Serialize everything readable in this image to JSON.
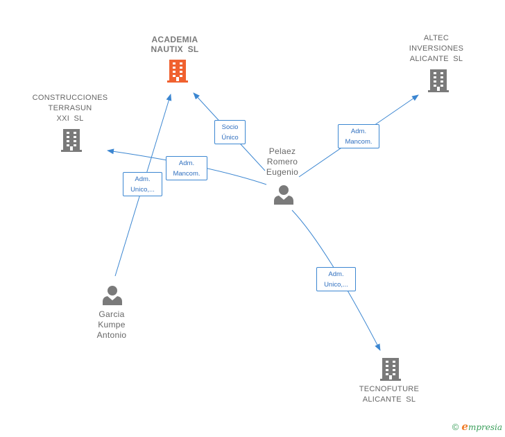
{
  "nodes": {
    "academia": {
      "lines": [
        "ACADEMIA",
        "NAUTIX  SL"
      ],
      "color": "#f0612f"
    },
    "altec": {
      "lines": [
        "ALTEC",
        "INVERSIONES",
        "ALICANTE  SL"
      ],
      "color": "#7a7a7a"
    },
    "construcciones": {
      "lines": [
        "CONSTRUCCIONES",
        "TERRASUN",
        "XXI  SL"
      ],
      "color": "#7a7a7a"
    },
    "tecnofuture": {
      "lines": [
        "TECNOFUTURE",
        "ALICANTE  SL"
      ],
      "color": "#7a7a7a"
    },
    "pelaez": {
      "lines": [
        "Pelaez",
        "Romero",
        "Eugenio"
      ],
      "color": "#7a7a7a"
    },
    "garcia": {
      "lines": [
        "Garcia",
        "Kumpe",
        "Antonio"
      ],
      "color": "#7a7a7a"
    }
  },
  "relations": {
    "socio": {
      "lines": [
        "Socio",
        "Único"
      ]
    },
    "mancom_altec": {
      "lines": [
        "Adm.",
        "Mancom."
      ]
    },
    "mancom_constr": {
      "lines": [
        "Adm.",
        "Mancom."
      ]
    },
    "unico_garcia": {
      "lines": [
        "Adm.",
        "Unico,..."
      ]
    },
    "unico_tecno": {
      "lines": [
        "Adm.",
        "Unico,..."
      ]
    }
  },
  "colors": {
    "edge": "#3b86d1",
    "focus": "#f0612f",
    "node": "#7a7a7a",
    "brand": "#3a9e5a",
    "brand_accent": "#f07d2a"
  },
  "footer": {
    "copyright": "©",
    "brand_initial": "e",
    "brand_rest": "mpresia"
  }
}
